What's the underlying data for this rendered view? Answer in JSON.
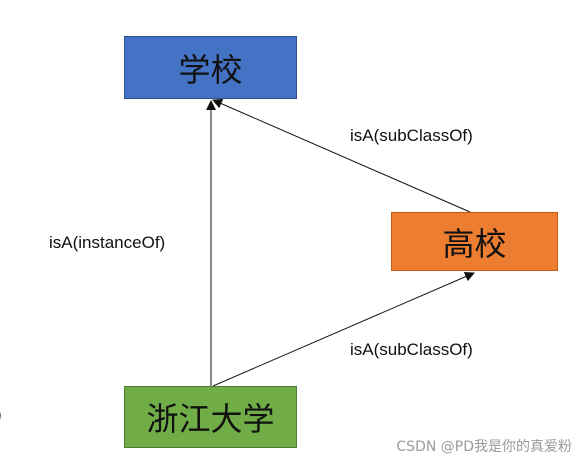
{
  "nodes": {
    "school": {
      "label": "学校",
      "color": "#4472c4"
    },
    "university": {
      "label": "高校",
      "color": "#ed7d31"
    },
    "zju": {
      "label": "浙江大学",
      "color": "#70ad47"
    }
  },
  "edges": {
    "university_to_school": {
      "label": "isA(subClassOf)"
    },
    "zju_to_school": {
      "label": "isA(instanceOf)"
    },
    "zju_to_university": {
      "label": "isA(subClassOf)"
    }
  },
  "fragment_left": ")",
  "watermark": "CSDN @PD我是你的真爱粉"
}
